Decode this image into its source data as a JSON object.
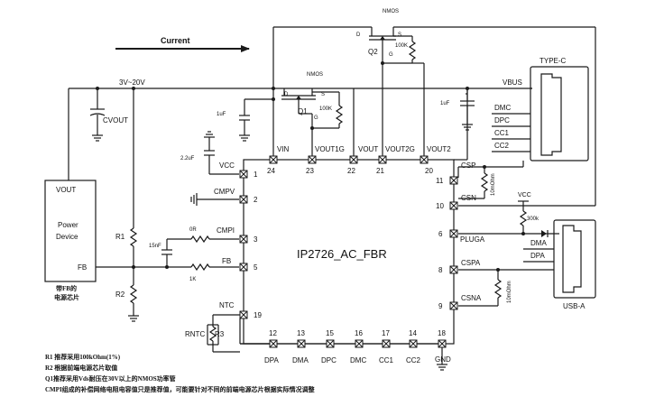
{
  "arrow_label": "Current",
  "nmos_top": {
    "label": "NMOS",
    "ref": "Q2",
    "d": "D",
    "s": "S",
    "g": "G",
    "res": "100K"
  },
  "nmos_mid": {
    "label": "NMOS",
    "ref": "Q1",
    "d": "D",
    "s": "S",
    "g": "G",
    "res": "100K"
  },
  "supply_label": "3V~20V",
  "cvout_label": "CVOUT",
  "cap_1uf_a": "1uF",
  "cap_1uf_b": "1uF",
  "cap_22uf": "2.2uF",
  "vbus_label": "VBUS",
  "typec": {
    "title": "TYPE-C",
    "pins": [
      "DMC",
      "DPC",
      "CC1",
      "CC2"
    ]
  },
  "usba": {
    "title": "USB-A",
    "pins": [
      "DMA",
      "DPA"
    ]
  },
  "ic_name": "IP2726_AC_FBR",
  "top_pins": [
    {
      "name": "VIN",
      "num": "24"
    },
    {
      "name": "VOUT1G",
      "num": "23"
    },
    {
      "name": "VOUT",
      "num": "22"
    },
    {
      "name": "VOUT2G",
      "num": "21"
    },
    {
      "name": "VOUT2",
      "num": "20"
    }
  ],
  "left_pins": [
    {
      "name": "VCC",
      "num": "1"
    },
    {
      "name": "CMPV",
      "num": "2"
    },
    {
      "name": "CMPI",
      "num": "3"
    },
    {
      "name": "FB",
      "num": "5"
    },
    {
      "name": "NTC",
      "num": "19"
    }
  ],
  "bottom_pins": [
    {
      "name": "DPA",
      "num": "12"
    },
    {
      "name": "DMA",
      "num": "13"
    },
    {
      "name": "DPC",
      "num": "15"
    },
    {
      "name": "DMC",
      "num": "16"
    },
    {
      "name": "CC1",
      "num": "17"
    },
    {
      "name": "CC2",
      "num": "14"
    },
    {
      "name": "GND",
      "num": "18"
    }
  ],
  "right_pins": [
    {
      "name": "CSP",
      "num": "11"
    },
    {
      "name": "CSN",
      "num": "10"
    },
    {
      "name": "PLUGA",
      "num": "6"
    },
    {
      "name": "CSPA",
      "num": "8"
    },
    {
      "name": "CSNA",
      "num": "9"
    }
  ],
  "sense_res_1": "10mOhm",
  "sense_res_2": "10mOhm",
  "vcc_label": "VCC",
  "res_300k": "300k",
  "power_device": {
    "vout": "VOUT",
    "line1": "Power",
    "line2": "Device",
    "fb": "FB"
  },
  "r1": "R1",
  "r2": "R2",
  "cap_15nf": "15nF",
  "res_0r": "0R",
  "res_1k": "1K",
  "rntc": "RNTC",
  "r3": "R3",
  "fb_note_1": "带FB的",
  "fb_note_2": "电源芯片",
  "notes": [
    "R1 推荐采用100kOhm(1%)",
    "R2 根据前端电源芯片取值",
    "Q1推荐采用Vds耐压在30V以上的NMOS功率管",
    "CMPI组成的补偿网络电阻电容值只是推荐值，可能要针对不同的前端电源芯片根据实际情况调整"
  ]
}
